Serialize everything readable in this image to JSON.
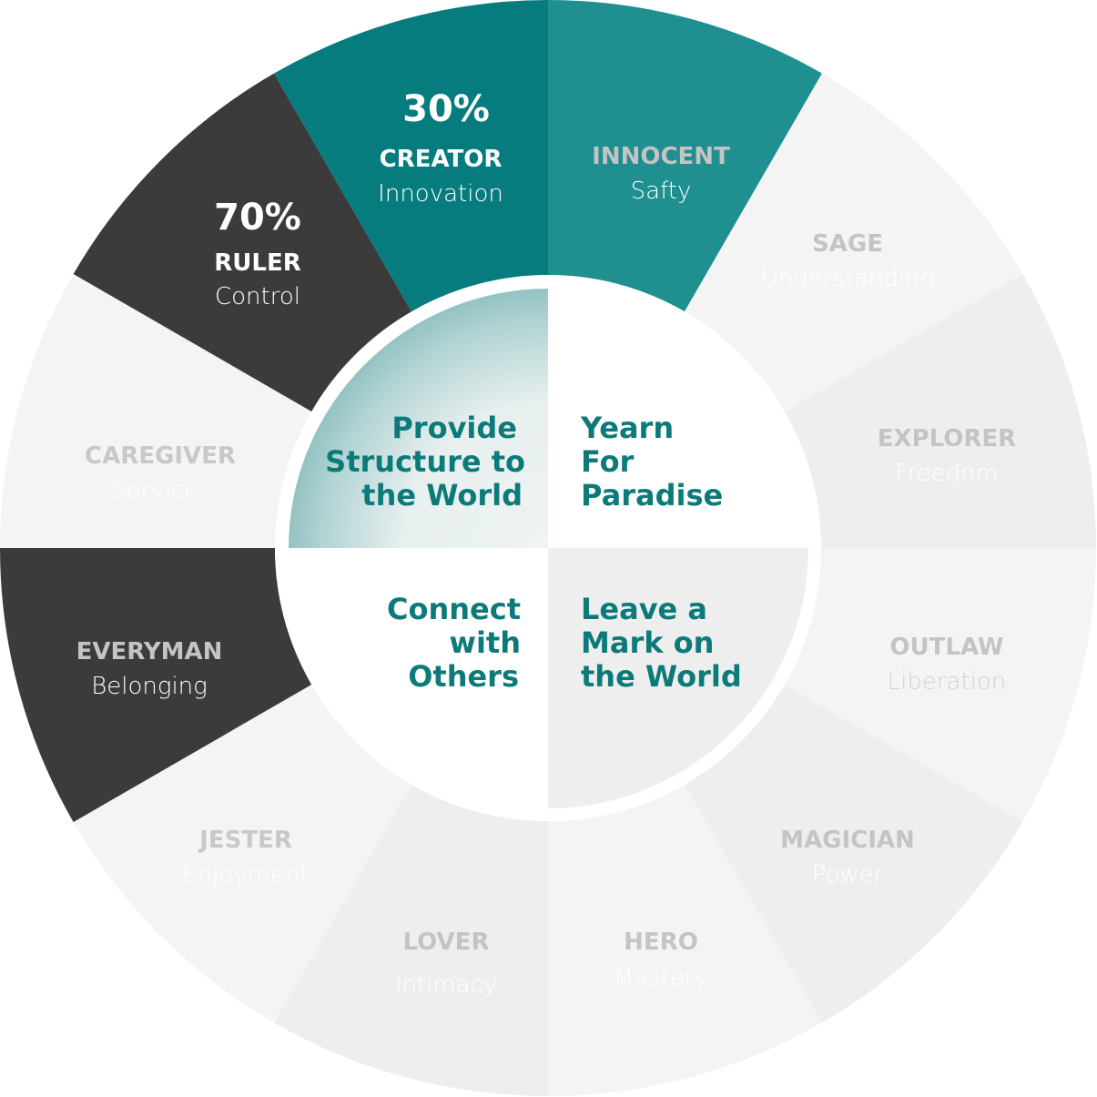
{
  "colors": {
    "teal": "#077c7e",
    "teal_light": "#1f8f8f",
    "dark": "#3b3b3b",
    "light_gray": "#eeeeee",
    "lighter_gray": "#f4f4f4",
    "quadrant_text": "#0d7a7a"
  },
  "segments": [
    {
      "id": "creator",
      "name": "CREATOR",
      "trait": "Innovation",
      "percent": "30%",
      "state": "highlight-secondary"
    },
    {
      "id": "innocent",
      "name": "INNOCENT",
      "trait": "Safty",
      "state": "faded"
    },
    {
      "id": "sage",
      "name": "SAGE",
      "trait": "Understanding",
      "state": "faded"
    },
    {
      "id": "explorer",
      "name": "EXPLORER",
      "trait": "Freedom",
      "state": "faded"
    },
    {
      "id": "outlaw",
      "name": "OUTLAW",
      "trait": "Liberation",
      "state": "faded"
    },
    {
      "id": "magician",
      "name": "MAGICIAN",
      "trait": "Power",
      "state": "faded"
    },
    {
      "id": "hero",
      "name": "HERO",
      "trait": "Mastery",
      "state": "faded"
    },
    {
      "id": "lover",
      "name": "LOVER",
      "trait": "Intimacy",
      "state": "faded"
    },
    {
      "id": "jester",
      "name": "JESTER",
      "trait": "Enjoyment",
      "state": "dark"
    },
    {
      "id": "everyman",
      "name": "EVERYMAN",
      "trait": "Belonging",
      "state": "faded"
    },
    {
      "id": "caregiver",
      "name": "CAREGIVER",
      "trait": "Service",
      "state": "dark"
    },
    {
      "id": "ruler",
      "name": "RULER",
      "trait": "Control",
      "percent": "70%",
      "state": "highlight"
    }
  ],
  "quadrants": {
    "top_left": [
      "Provide",
      "Structure to",
      "the World"
    ],
    "top_right": [
      "Yearn",
      "For",
      "Paradise"
    ],
    "bottom_left": [
      "Connect",
      "with",
      "Others"
    ],
    "bottom_right": [
      "Leave a",
      "Mark on",
      "the World"
    ]
  }
}
